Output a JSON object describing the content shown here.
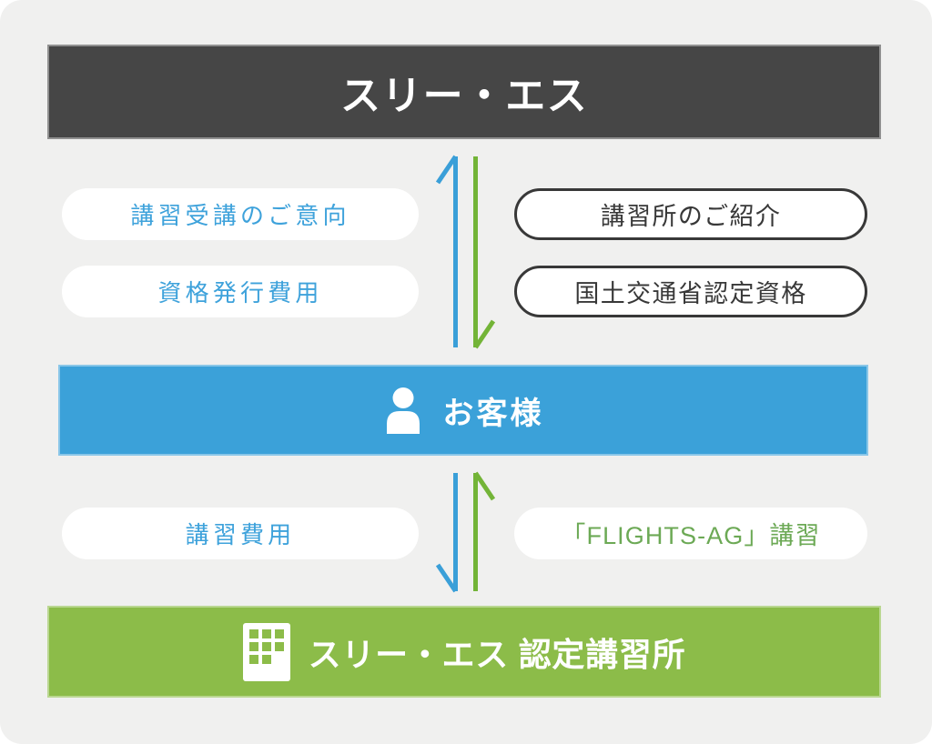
{
  "colors": {
    "page_bg": "#ffffff",
    "panel_bg": "#f0f0ef",
    "dark_bar": "#464646",
    "blue_bar": "#3ba1d9",
    "green_bar": "#8cbc49",
    "arrow_blue": "#3a9fd8",
    "arrow_green": "#73b437",
    "pill_blue_text": "#3ea2db",
    "pill_green_text": "#6ca955",
    "pill_dark_text": "#383838",
    "pill_bg": "#ffffff",
    "bar_text": "#ffffff"
  },
  "company_bar": {
    "title": "スリー・エス"
  },
  "upper_flow": {
    "to_company": [
      "講習受講のご意向",
      "資格発行費用"
    ],
    "from_company": [
      "講習所のご紹介",
      "国土交通省認定資格"
    ]
  },
  "customer_bar": {
    "label": "お客様",
    "icon": "person-icon"
  },
  "lower_flow": {
    "to_school": [
      "講習費用"
    ],
    "from_school": [
      "「FLIGHTS-AG」講習"
    ]
  },
  "school_bar": {
    "title": "スリー・エス 認定講習所",
    "icon": "building-icon"
  }
}
